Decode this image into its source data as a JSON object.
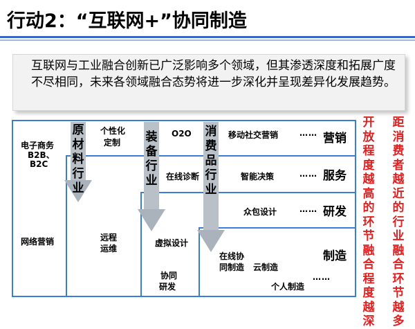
{
  "title": "行动2：“互联网+”协同制造",
  "intro": "互联网与工业融合创新已广泛影响多个领域，但其渗透深度和拓展广度不尽相同，未来各领域融合态势将进一步深化并呈现差异化发展趋势。",
  "diagram": {
    "industries": {
      "raw_material": "原材料行业",
      "equipment": "装备行业",
      "consumer": "消费品行业"
    },
    "stages": {
      "marketing": "营销",
      "service": "服务",
      "rnd": "研发",
      "manufacturing": "制造"
    },
    "items": {
      "ecommerce": "电子商务",
      "b2b": "B2B、",
      "b2c": "B2C",
      "customization": "个性化",
      "customization2": "定制",
      "o2o": "O2O",
      "mobile_social": "移动社交营销",
      "online_diagnosis": "在线诊断",
      "smart_decision": "智能决策",
      "crowd_design": "众包设计",
      "network_marketing": "网络营销",
      "remote_ops": "远程",
      "remote_ops2": "运维",
      "virtual_design": "虚拟设计",
      "online_collab": "在线协",
      "online_collab2": "同制造",
      "cloud_mfg": "云制造",
      "collab_rnd": "协同",
      "collab_rnd2": "研发",
      "personal_mfg": "个人制造",
      "ellipsis": "……"
    },
    "side_notes": {
      "openness": "开放程度越高的环节融合程度越深",
      "distance": "距消费者越近的行业融合环节越多"
    }
  },
  "colors": {
    "accent_blue": "#3b7cd6",
    "arrow_gray": "#9aa3ad",
    "highlight_red": "#e02020"
  }
}
